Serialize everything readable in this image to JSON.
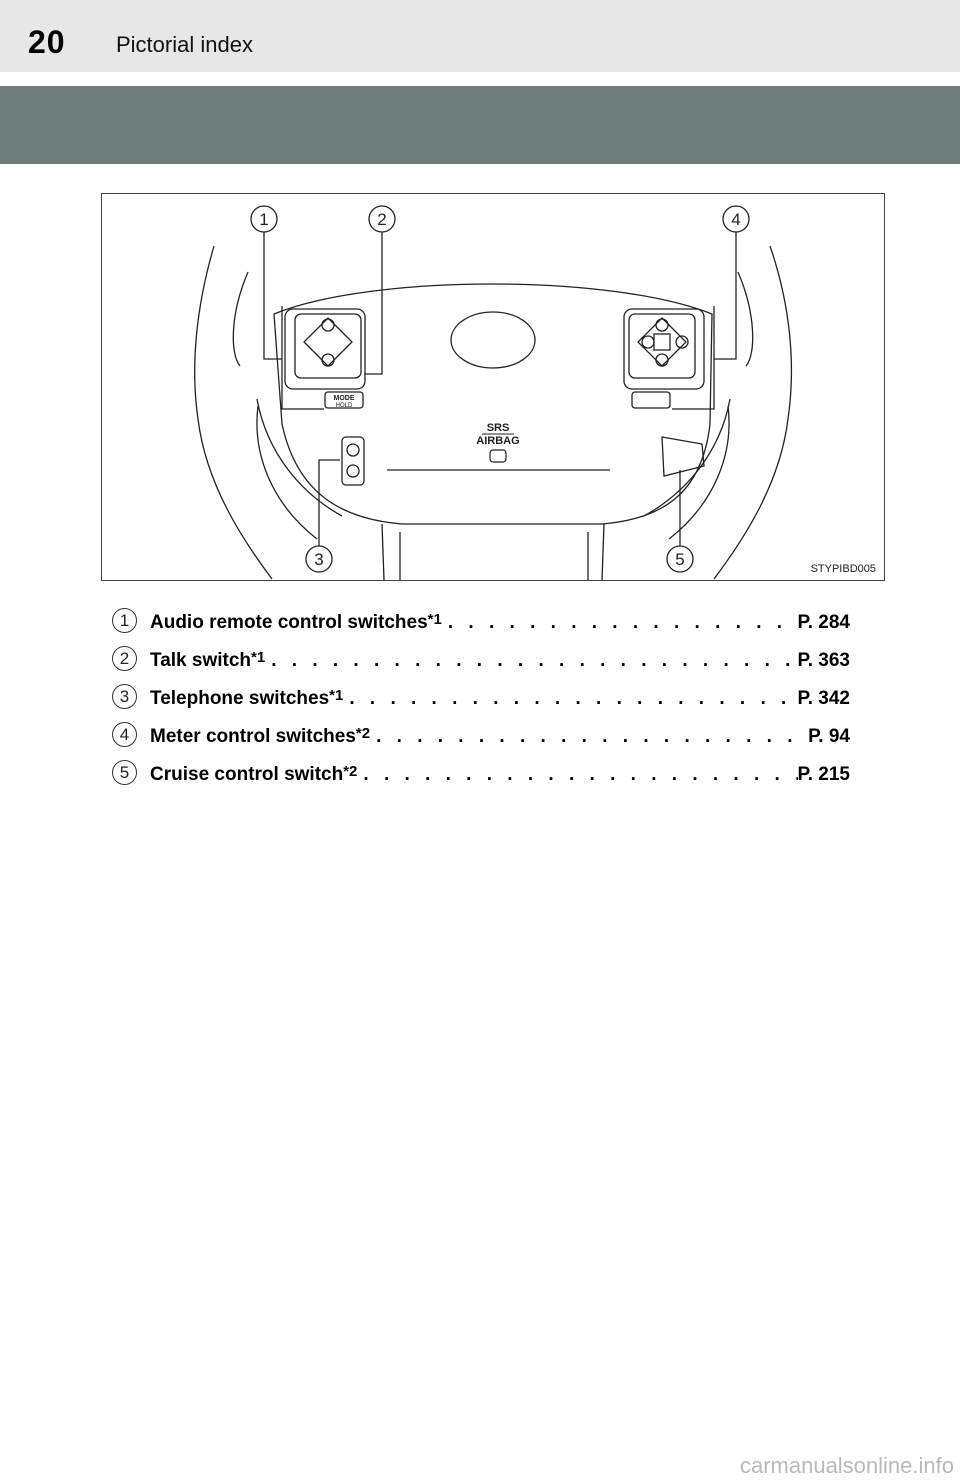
{
  "header": {
    "page_number": "20",
    "section_title": "Pictorial index"
  },
  "figure": {
    "code": "STYPIBD005",
    "callouts": [
      "1",
      "2",
      "4",
      "3",
      "5"
    ],
    "airbag_label_top": "SRS",
    "airbag_label_bottom": "AIRBAG",
    "mode_button_label": "MODE",
    "mode_button_sublabel": "HOLD"
  },
  "index": {
    "items": [
      {
        "number": "1",
        "label": "Audio remote control switches",
        "note": "*1",
        "ref": "P. 284"
      },
      {
        "number": "2",
        "label": "Talk switch",
        "note": "*1",
        "ref": "P. 363"
      },
      {
        "number": "3",
        "label": "Telephone switches",
        "note": "*1",
        "ref": "P. 342"
      },
      {
        "number": "4",
        "label": "Meter control switches",
        "note": "*2",
        "ref": "P. 94"
      },
      {
        "number": "5",
        "label": "Cruise control switch",
        "note": "*2",
        "ref": "P. 215"
      }
    ]
  },
  "footer": {
    "watermark": "carmanualsonline.info"
  }
}
